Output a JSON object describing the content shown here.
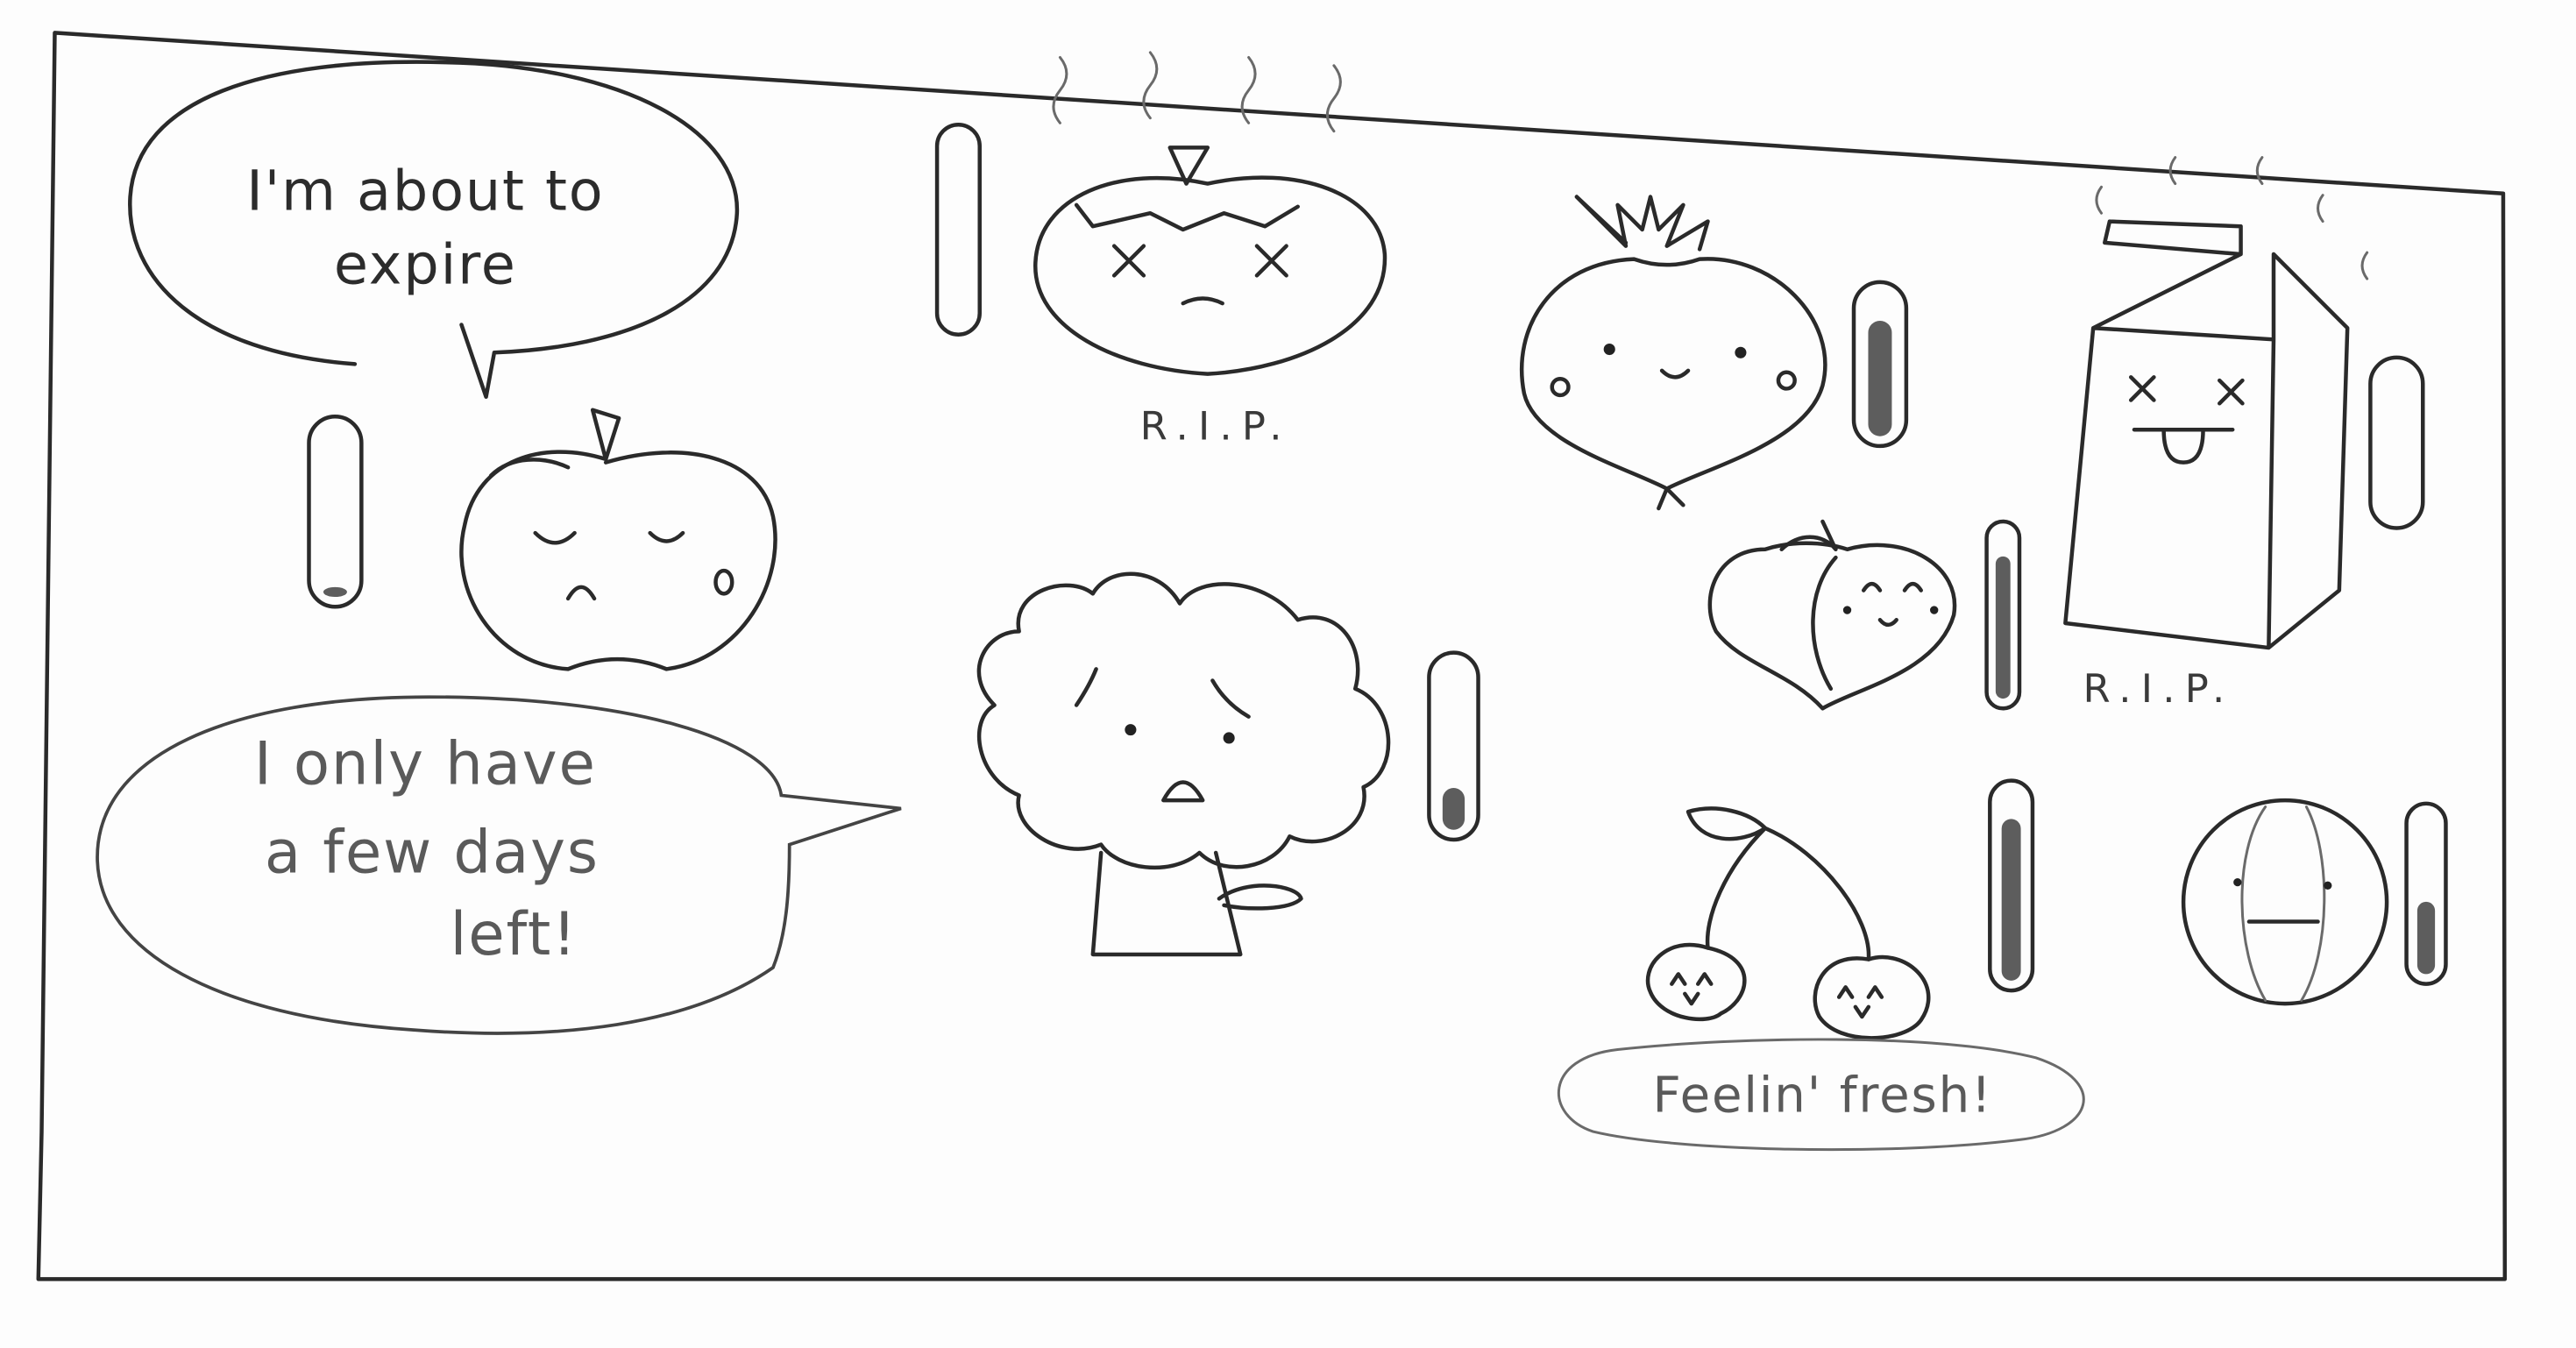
{
  "speech_bubbles": {
    "apple": {
      "line1": "I'm about to",
      "line2": "expire"
    },
    "broccoli": {
      "line1": "I only have",
      "line2": "a few days",
      "line3": "left!"
    },
    "cherries": {
      "text": "Feelin' fresh!"
    }
  },
  "captions": {
    "tomato": "R.I.P.",
    "milk": "R.I.P."
  },
  "items": [
    {
      "name": "apple",
      "mood": "crying",
      "freshness": 0.05
    },
    {
      "name": "tomato",
      "mood": "dead",
      "freshness": 0.0
    },
    {
      "name": "broccoli",
      "mood": "worried",
      "freshness": 0.25
    },
    {
      "name": "beet",
      "mood": "happy",
      "freshness": 0.8
    },
    {
      "name": "peach",
      "mood": "happy",
      "freshness": 0.85
    },
    {
      "name": "milk",
      "mood": "dead",
      "freshness": 0.0
    },
    {
      "name": "cherries",
      "mood": "happy",
      "freshness": 0.85
    },
    {
      "name": "onion",
      "mood": "neutral",
      "freshness": 0.45
    }
  ]
}
